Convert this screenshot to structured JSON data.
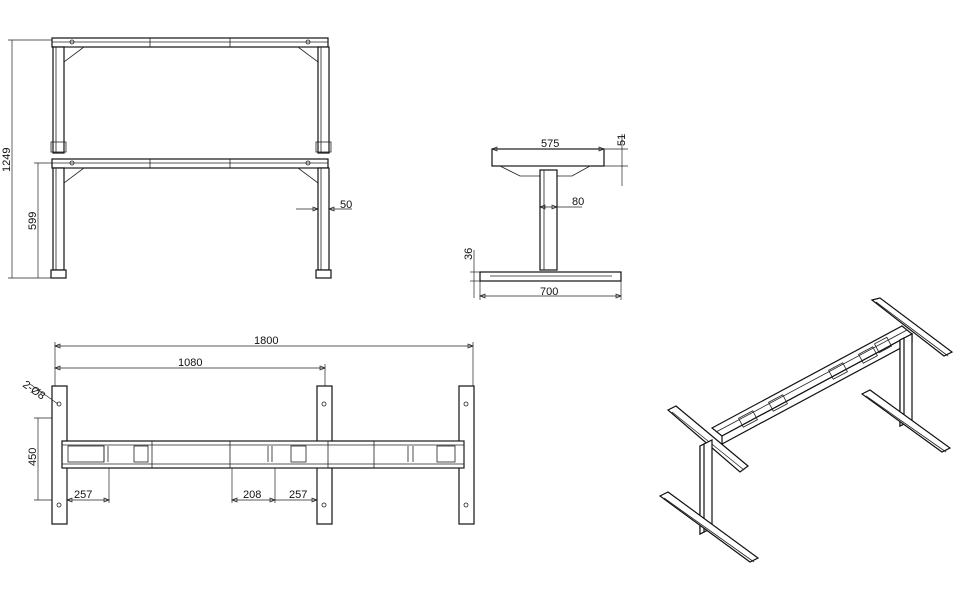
{
  "dimensions": {
    "d1249": "1249",
    "d599": "599",
    "d50": "50",
    "d575": "575",
    "d51": "51",
    "d80": "80",
    "d36": "36",
    "d700": "700",
    "d1800": "1800",
    "d1080": "1080",
    "d2xphi8": "2-Ø8",
    "d450": "450",
    "d257a": "257",
    "d208": "208",
    "d257b": "257"
  }
}
